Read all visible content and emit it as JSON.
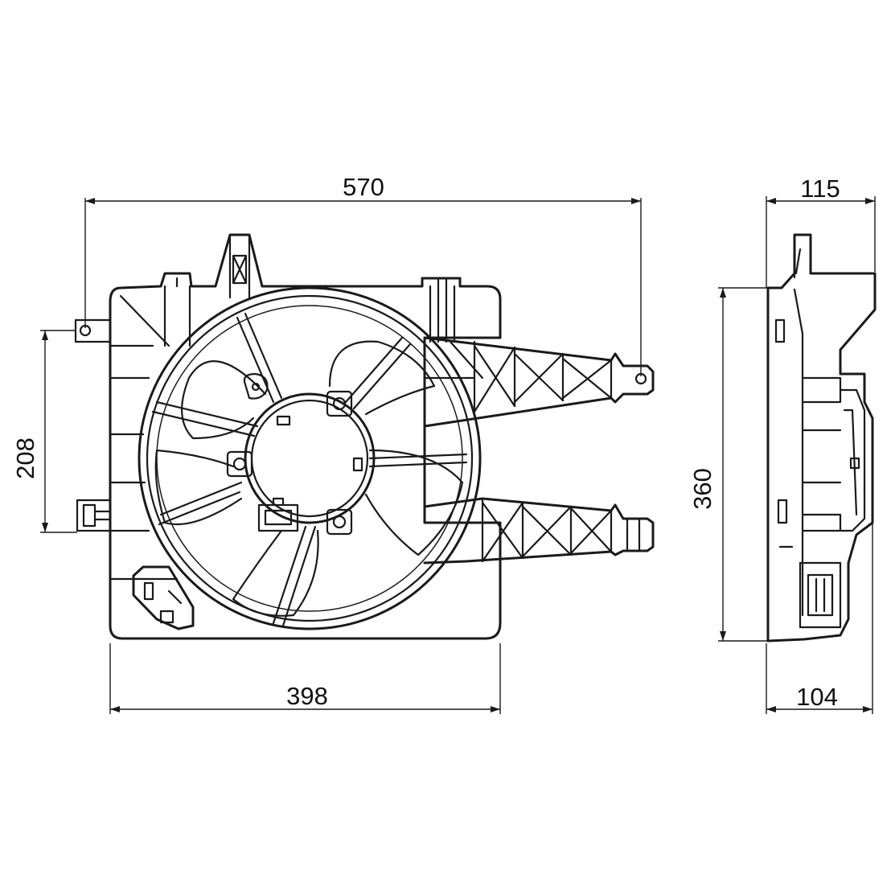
{
  "dimensions": {
    "overall_width": "570",
    "housing_width": "398",
    "mount_spacing": "208",
    "side_height": "360",
    "side_depth_top": "115",
    "side_depth_bottom": "104"
  }
}
